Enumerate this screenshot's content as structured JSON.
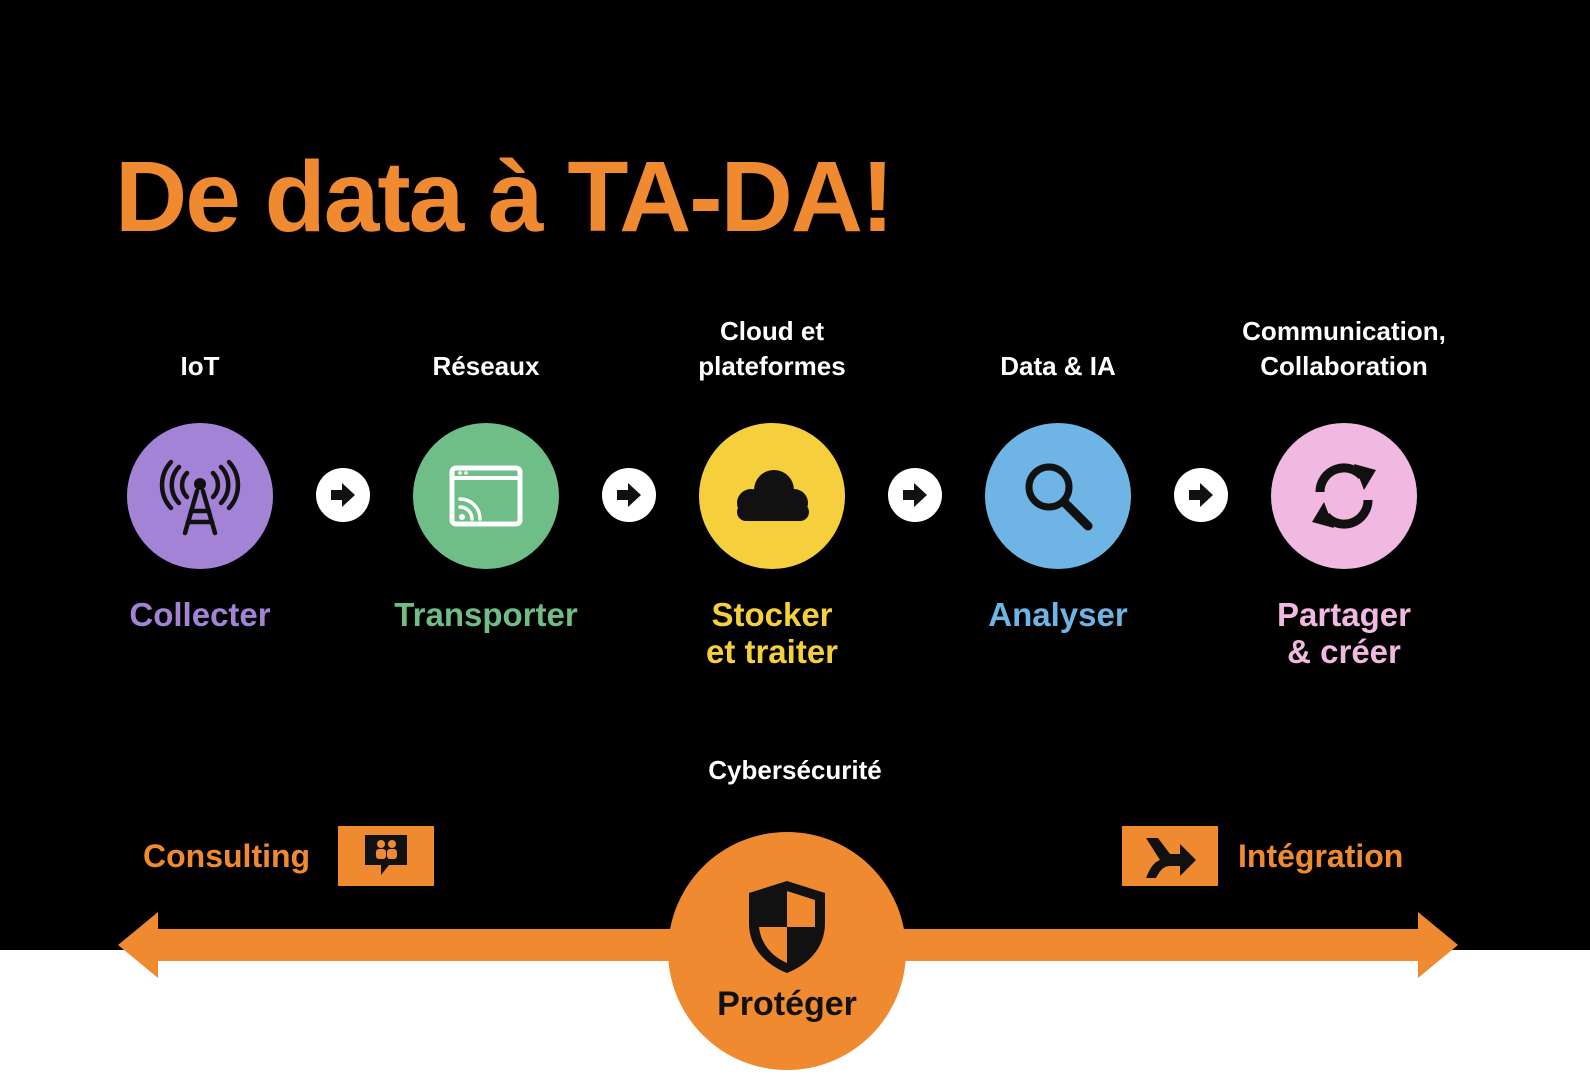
{
  "title": "De data à TA-DA!",
  "colors": {
    "background_dark": "#000000",
    "accent_orange": "#f08a30",
    "purple": "#a283d6",
    "green": "#6fbe88",
    "yellow": "#f6d03c",
    "blue": "#6eb4e4",
    "pink": "#f1b9e1"
  },
  "stages": [
    {
      "top_label": "IoT",
      "verb": "Collecter",
      "icon": "antenna-icon",
      "color": "#a283d6"
    },
    {
      "top_label": "Réseaux",
      "verb": "Transporter",
      "icon": "cast-screen-icon",
      "color": "#6fbe88"
    },
    {
      "top_label": "Cloud et\nplateformes",
      "verb": "Stocker\net traiter",
      "icon": "cloud-icon",
      "color": "#f6d03c"
    },
    {
      "top_label": "Data & IA",
      "verb": "Analyser",
      "icon": "magnifier-icon",
      "color": "#6eb4e4"
    },
    {
      "top_label": "Communication,\nCollaboration",
      "verb": "Partager\n& créer",
      "icon": "sync-icon",
      "color": "#f1b9e1"
    }
  ],
  "bottom": {
    "cyber_label": "Cybersécurité",
    "consulting_label": "Consulting",
    "integration_label": "Intégration",
    "protect_label": "Protéger",
    "consulting_icon": "consulting-chat-icon",
    "integration_icon": "merge-arrow-icon",
    "protect_icon": "shield-icon"
  }
}
